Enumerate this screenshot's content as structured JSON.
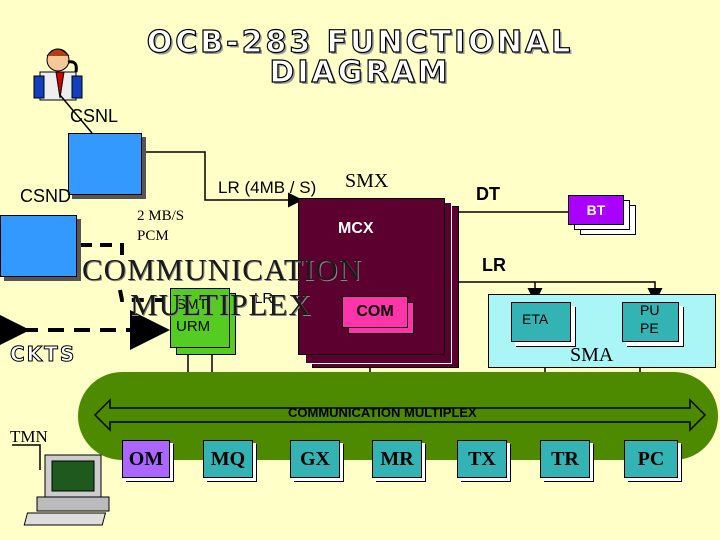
{
  "title": {
    "line1": "OCB-283 FUNCTIONAL",
    "line2": "DIAGRAM"
  },
  "labels": {
    "csnl": "CSNL",
    "csnd": "CSND",
    "lr_top": "LR (4MB / S)",
    "smx": "SMX",
    "dt": "DT",
    "bt": "BT",
    "mb_pcm_1": "2 MB/S",
    "mb_pcm_2": "PCM",
    "mcx": "MCX",
    "comm_mux_1": "COMMUNICATION",
    "comm_mux_2": "MULTIPLEX",
    "lr_right": "LR",
    "smt": "SMT",
    "lr_small": "LR",
    "urm": "URM",
    "com": "COM",
    "eta": "ETA",
    "pupe_1": "PU",
    "pupe_2": "PE",
    "sma": "SMA",
    "ckts": "CKTS",
    "tmn": "TMN",
    "bus_label": "COMMUNICATION MULTIPLEX"
  },
  "bus_units": [
    "OM",
    "MQ",
    "GX",
    "MR",
    "TX",
    "TR",
    "PC"
  ],
  "colors": {
    "background": "#ffffc8",
    "bus": "#4d8a00",
    "smx": "#5c0030",
    "smt": "#55cc22",
    "sma": "#aaf5f5",
    "bus_unit": "#33b3b3",
    "om": "#aa66ff",
    "bt": "#aa00ff",
    "com": "#ff33aa"
  }
}
